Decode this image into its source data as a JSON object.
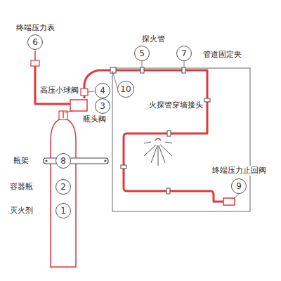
{
  "diagram": {
    "nodes": [
      {
        "text": [
          "6"
        ]
      },
      {
        "text": [
          "5"
        ]
      },
      {
        "text": [
          "7"
        ]
      },
      {
        "text": [
          "4"
        ]
      },
      {
        "text": [
          "10"
        ]
      },
      {
        "text": [
          "3"
        ]
      },
      {
        "text": [
          "8"
        ]
      },
      {
        "text": [
          "9"
        ]
      },
      {
        "text": [
          "2"
        ]
      },
      {
        "text": [
          "1"
        ]
      }
    ],
    "labels": [
      "终端压力表",
      "探火管",
      "管道固定夹",
      "高压小球阀",
      "瓶头阀",
      "火探管穿墙接头",
      "瓶架",
      "终端压力止回阀",
      "容器瓶",
      "灭火剂"
    ]
  }
}
